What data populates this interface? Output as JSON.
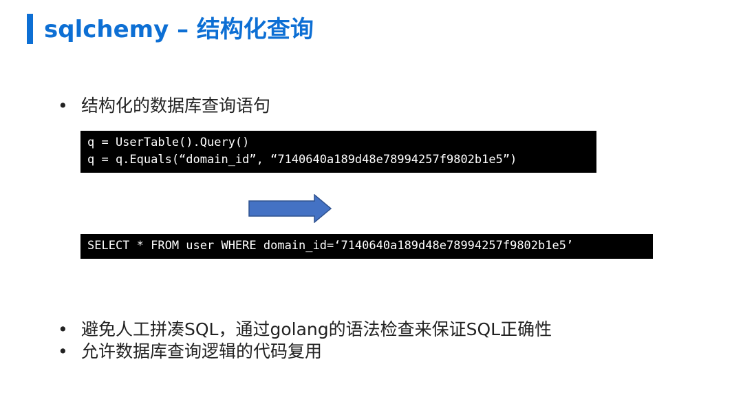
{
  "slide": {
    "title": "sqlchemy – 结构化查询",
    "bullets_top": [
      "结构化的数据库查询语句"
    ],
    "code_block": {
      "lines": [
        "q = UserTable().Query()",
        "q = q.Equals(“domain_id”, “7140640a189d48e78994257f9802b1e5”)"
      ]
    },
    "arrow_icon": "right-arrow-icon",
    "sql_block": {
      "line": "SELECT * FROM user WHERE domain_id=‘7140640a189d48e78994257f9802b1e5’"
    },
    "bullets_bottom": [
      "避免人工拼凑SQL，通过golang的语法检查来保证SQL正确性",
      "允许数据库查询逻辑的代码复用"
    ],
    "bullet_symbol": "•",
    "colors": {
      "accent": "#0d6fd4",
      "arrow_fill": "#4472c4",
      "arrow_stroke": "#2f528f",
      "code_bg": "#000000",
      "code_fg": "#ffffff"
    }
  }
}
